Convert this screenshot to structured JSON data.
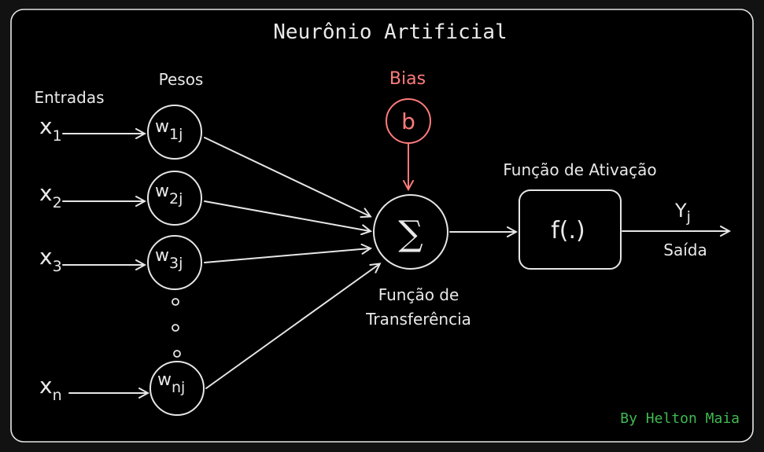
{
  "title": "Neurônio Artificial",
  "labels": {
    "inputs": "Entradas",
    "weights": "Pesos",
    "bias": "Bias",
    "bias_symbol": "b",
    "sum_symbol": "∑",
    "transfer_line1": "Função de",
    "transfer_line2": "Transferência",
    "activation": "Função de Ativação",
    "activation_func": "f(.)",
    "output_symbol": "Y",
    "output_sub": "j",
    "output": "Saída",
    "credit": "By Helton Maia"
  },
  "inputs": [
    {
      "sym": "x",
      "sub": "1"
    },
    {
      "sym": "x",
      "sub": "2"
    },
    {
      "sym": "x",
      "sub": "3"
    },
    {
      "sym": "x",
      "sub": "n"
    }
  ],
  "weights": [
    {
      "sym": "w",
      "sub": "1j"
    },
    {
      "sym": "w",
      "sub": "2j"
    },
    {
      "sym": "w",
      "sub": "3j"
    },
    {
      "sym": "w",
      "sub": "nj"
    }
  ],
  "colors": {
    "background": "#121212",
    "stroke": "#e6e6e6",
    "bias": "#ff7b7b",
    "credit": "#3fb950"
  }
}
